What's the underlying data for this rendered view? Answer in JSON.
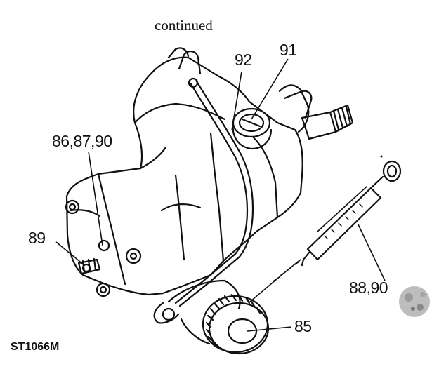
{
  "header": {
    "text": "continued"
  },
  "figure_code": "ST1066M",
  "callouts": {
    "c92": "92",
    "c91": "91",
    "c86": "86,87,90",
    "c89": "89",
    "c88": "88,90",
    "c85": "85"
  },
  "colors": {
    "ink": "#111111",
    "paper": "#ffffff"
  }
}
